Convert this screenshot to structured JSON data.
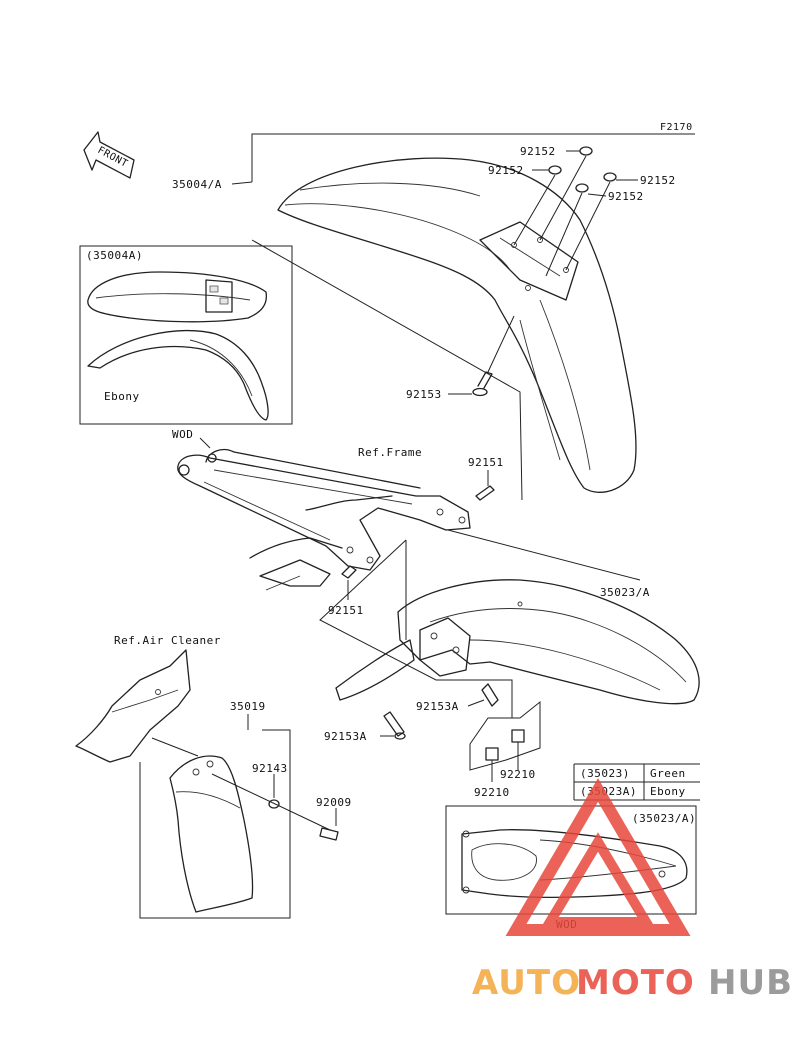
{
  "figure_code": "F2170",
  "front_label": "FRONT",
  "callouts": {
    "front_fender_main": "35004/A",
    "variant_front_fender": "(35004A)",
    "ebony_label": "Ebony",
    "pad_a": "92152",
    "pad_b": "92152",
    "pad_c": "92152",
    "pad_d": "92152",
    "front_bolt": "92153",
    "wod_top": "WOD",
    "ref_frame": "Ref.Frame",
    "bolt_92151_top": "92151",
    "bolt_92151_mid": "92151",
    "rear_fender_main": "35023/A",
    "ref_air_cleaner": "Ref.Air Cleaner",
    "mud_flap": "35019",
    "washer": "92143",
    "screw": "92009",
    "bolt_92153A_a": "92153A",
    "bolt_92153A_b": "92153A",
    "nut_92210_a": "92210",
    "nut_92210_b": "92210",
    "variant_rear_fender": "(35023/A)",
    "wod_bottom": "WOD"
  },
  "color_table": [
    {
      "code": "(35023)",
      "color": "Green"
    },
    {
      "code": "(35023A)",
      "color": "Ebony"
    }
  ],
  "watermark": {
    "part1": "AUTO",
    "part2": "MOTO",
    "part3": "HUB",
    "color_orange": "#f4a63a",
    "color_red": "#e8483b",
    "color_gray": "#8a8a8a"
  }
}
